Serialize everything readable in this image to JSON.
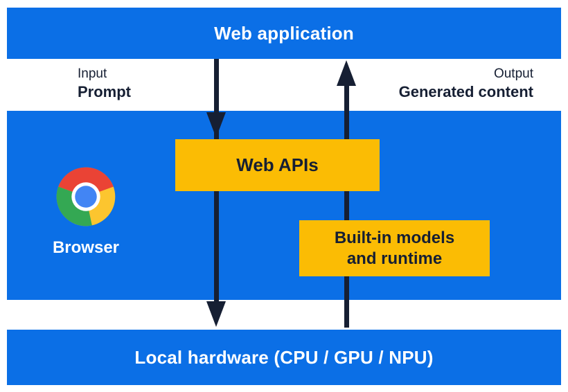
{
  "colors": {
    "canvas-bg": "#FFFFFF",
    "band-blue": "#0B6FE6",
    "box-yellow": "#FBBC04",
    "ink-navy": "#161F33",
    "text-white": "#FFFFFF",
    "logo-red": "#EA4335",
    "logo-yellow": "#FCC52F",
    "logo-green": "#34A853",
    "logo-blue": "#4285F4",
    "logo-ring": "#FFFFFF"
  },
  "top_bar": {
    "label": "Web application"
  },
  "io": {
    "input_title": "Input",
    "input_value": "Prompt",
    "output_title": "Output",
    "output_value": "Generated content"
  },
  "browser_section": {
    "browser_label": "Browser",
    "web_apis_label": "Web APIs",
    "built_in_line1": "Built-in models",
    "built_in_line2": "and runtime"
  },
  "bottom_bar": {
    "label": "Local hardware (CPU / GPU / NPU)"
  },
  "icons": {
    "chrome_logo": "chrome-browser-logo",
    "down_arrows": "arrow-down-icon",
    "up_arrow": "arrow-up-icon"
  }
}
